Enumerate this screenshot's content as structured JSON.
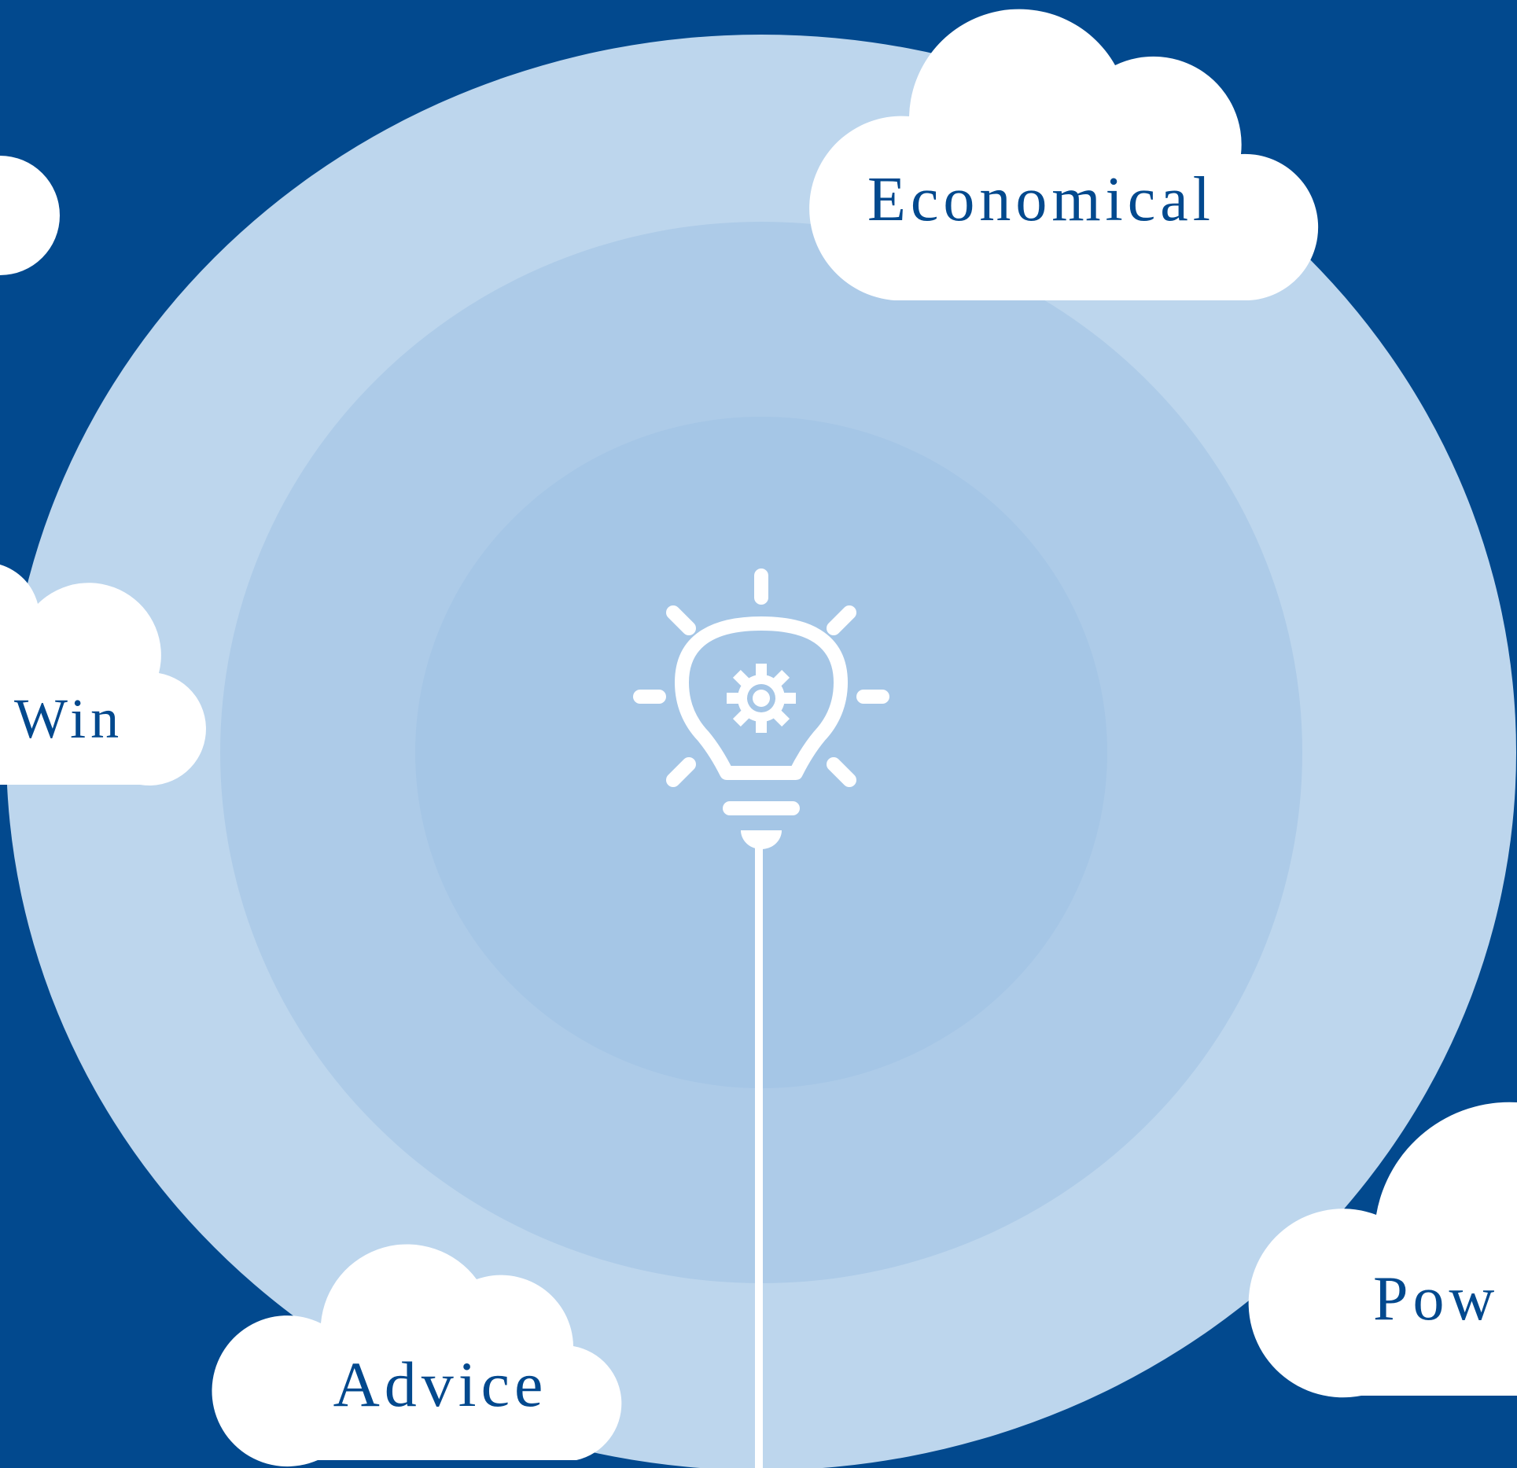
{
  "colors": {
    "background": "#02498e",
    "ring_outer": "#bdd6ed",
    "ring_middle": "#adcbe8",
    "ring_inner": "#a5c6e6",
    "cloud_fill": "#ffffff",
    "cloud_text": "#02498e",
    "icon_stroke": "#ffffff"
  },
  "center_icon": "lightbulb-gear-icon",
  "clouds": {
    "top_right": {
      "label": "Economical"
    },
    "left": {
      "label": "Win"
    },
    "bottom_left": {
      "label": "Advice"
    },
    "bottom_right": {
      "label": "Pow"
    },
    "top_left_partial": {
      "label": ""
    }
  }
}
